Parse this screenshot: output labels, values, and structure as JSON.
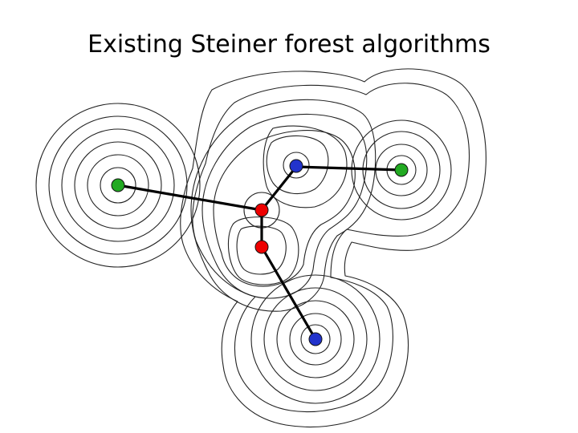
{
  "slide": {
    "title": "Existing Steiner forest algorithms"
  },
  "colors": {
    "terminal_pair_1": "#22aa22",
    "terminal_pair_2": "#2233cc",
    "steiner_node": "#ee0000",
    "edge": "#000000",
    "moat_line": "#222222"
  },
  "diagram": {
    "nodes": [
      {
        "id": "green-left",
        "kind": "terminal",
        "color_key": "terminal_pair_1"
      },
      {
        "id": "green-right",
        "kind": "terminal",
        "color_key": "terminal_pair_1"
      },
      {
        "id": "blue-top",
        "kind": "terminal",
        "color_key": "terminal_pair_2"
      },
      {
        "id": "blue-bottom",
        "kind": "terminal",
        "color_key": "terminal_pair_2"
      },
      {
        "id": "red-upper",
        "kind": "steiner",
        "color_key": "steiner_node"
      },
      {
        "id": "red-lower",
        "kind": "steiner",
        "color_key": "steiner_node"
      }
    ],
    "edges": [
      {
        "from": "green-left",
        "to": "red-upper"
      },
      {
        "from": "red-upper",
        "to": "blue-top"
      },
      {
        "from": "blue-top",
        "to": "green-right"
      },
      {
        "from": "red-upper",
        "to": "red-lower"
      },
      {
        "from": "red-lower",
        "to": "blue-bottom"
      }
    ]
  }
}
